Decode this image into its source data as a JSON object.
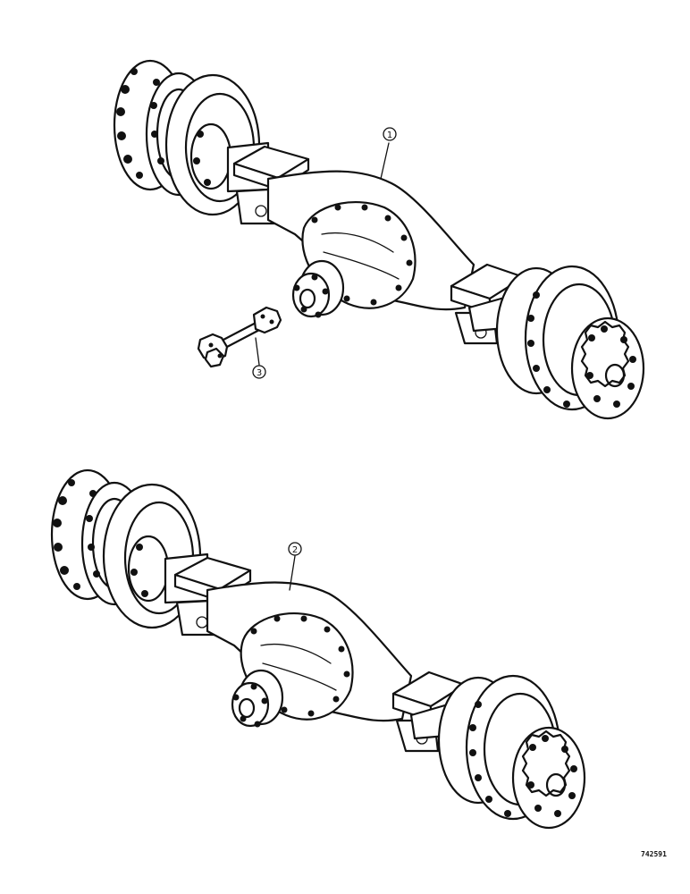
{
  "callouts": [
    {
      "id": "axle-upper",
      "label": "1"
    },
    {
      "id": "axle-lower",
      "label": "2"
    },
    {
      "id": "drive-shaft",
      "label": "3"
    }
  ],
  "reference_number": "742591"
}
